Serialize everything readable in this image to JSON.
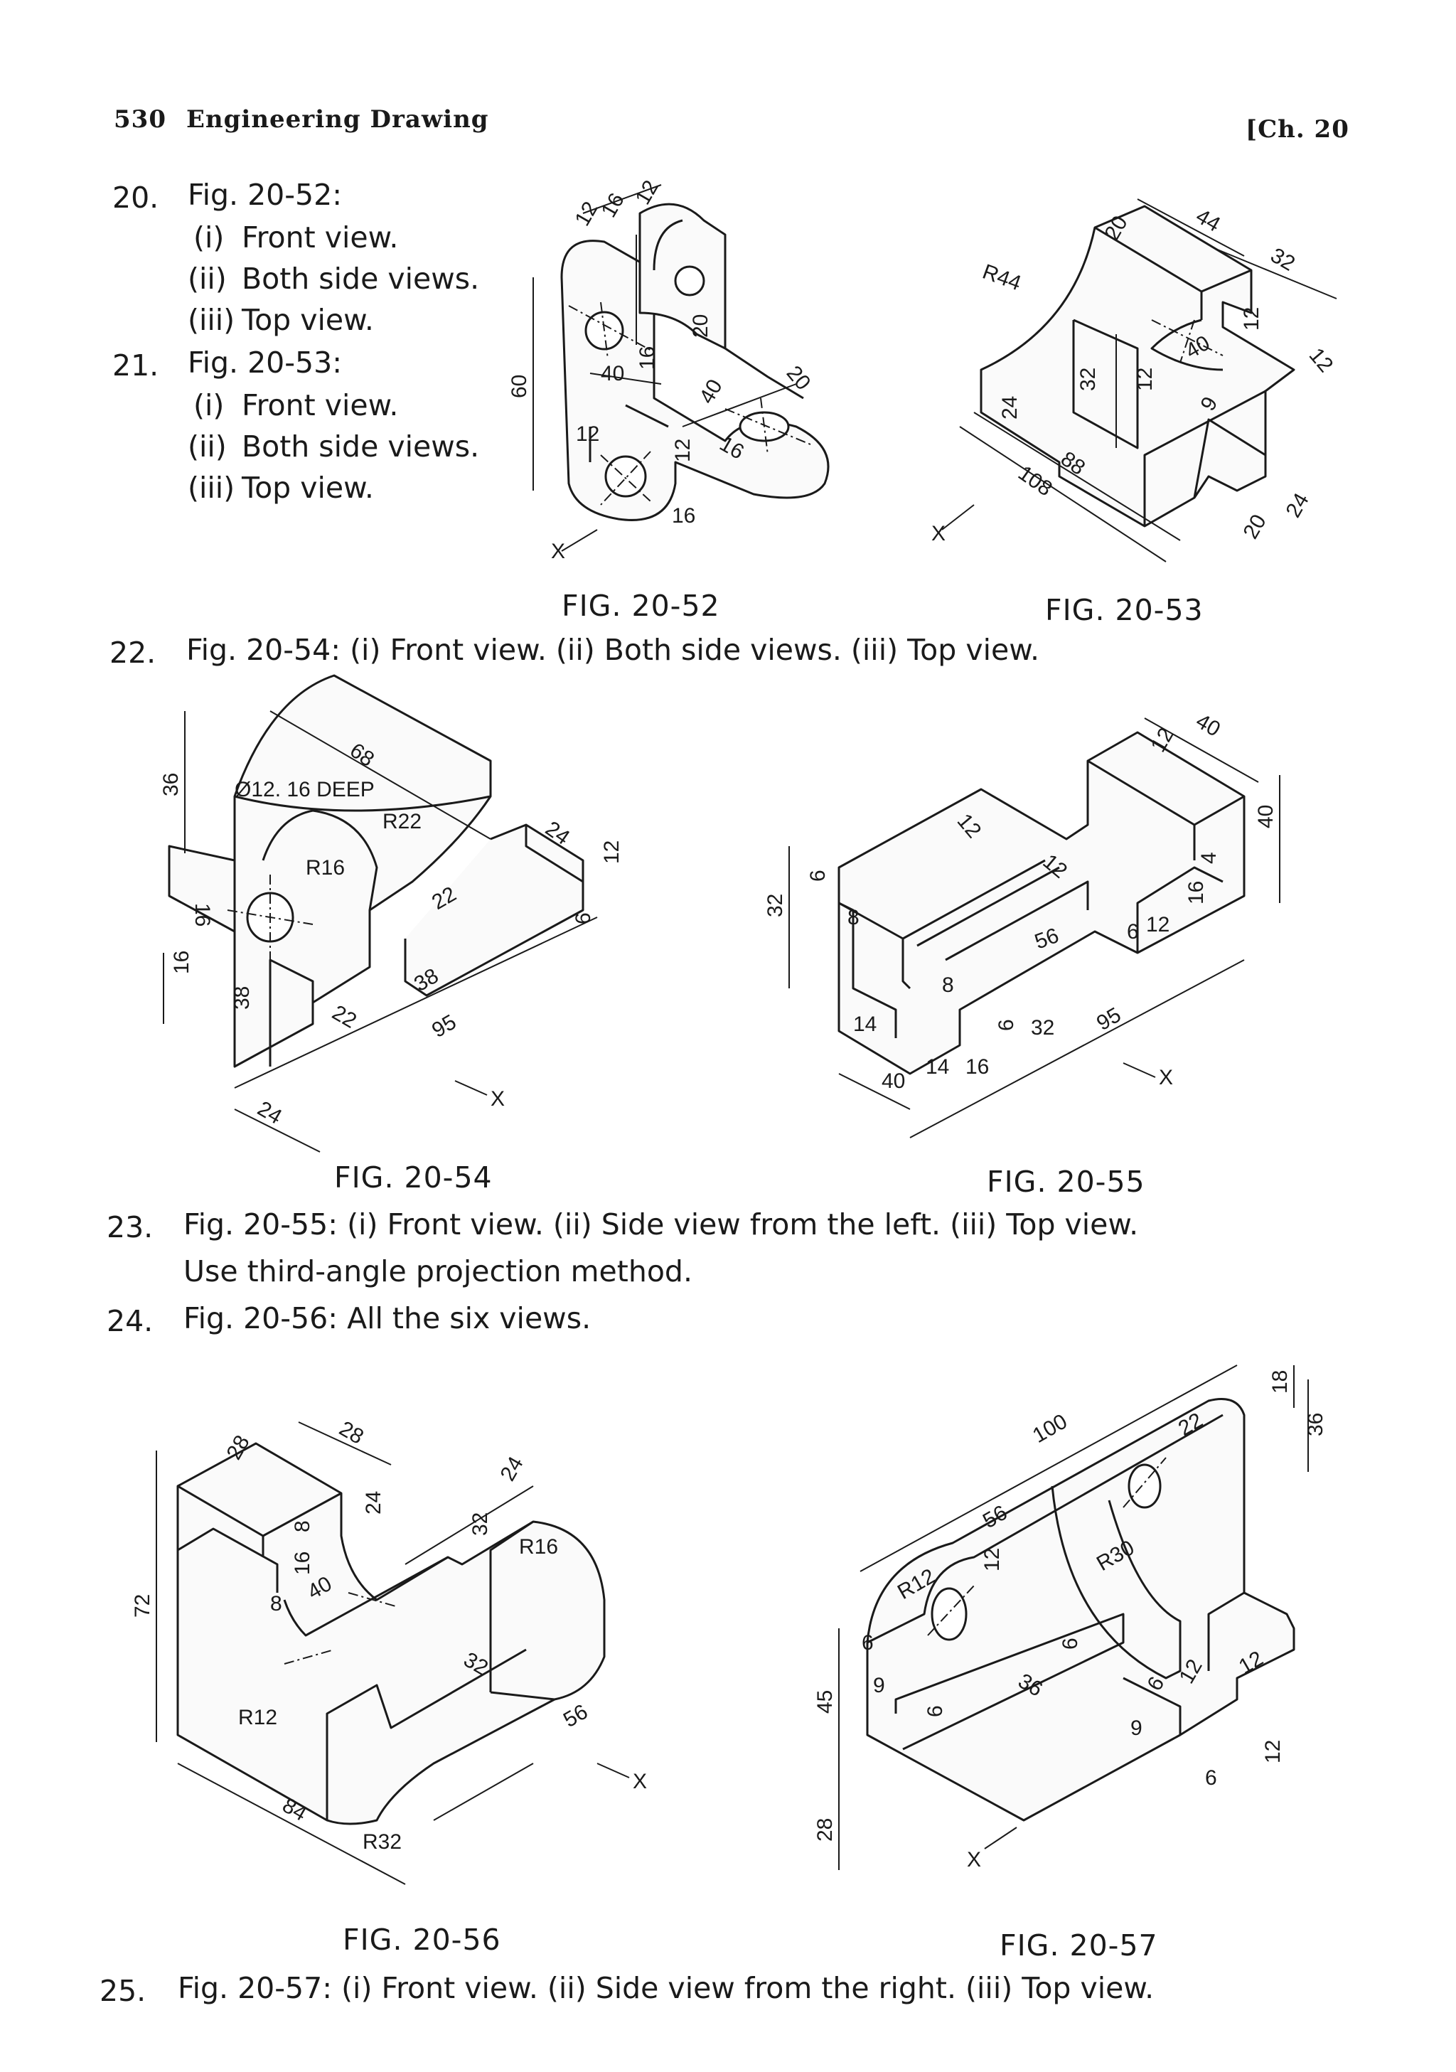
{
  "header": {
    "page_number": "530",
    "book_title": "Engineering Drawing",
    "chapter": "[Ch. 20"
  },
  "exercises": [
    {
      "number": "20.",
      "title": "Fig. 20-52:",
      "sub": [
        "(i)",
        "Front view.",
        "(ii)",
        "Both side views.",
        "(iii)",
        "Top view."
      ]
    },
    {
      "number": "21.",
      "title": "Fig. 20-53:",
      "sub": [
        "(i)",
        "Front view.",
        "(ii)",
        "Both side views.",
        "(iii)",
        "Top view."
      ]
    },
    {
      "number": "22.",
      "line": "Fig. 20-54: (i) Front view. (ii) Both side views. (iii) Top view."
    },
    {
      "number": "23.",
      "line": "Fig. 20-55: (i) Front view. (ii) Side view from the left. (iii) Top view.",
      "line2": "Use third-angle projection method."
    },
    {
      "number": "24.",
      "line": "Fig. 20-56: All the six views."
    },
    {
      "number": "25.",
      "line": "Fig. 20-57: (i) Front view. (ii) Side view from the right. (iii) Top view."
    }
  ],
  "figures": {
    "f52": {
      "caption": "FIG. 20-52",
      "dims": [
        "12",
        "16",
        "12",
        "60",
        "40",
        "16",
        "20",
        "20",
        "40",
        "12",
        "16",
        "12",
        "16"
      ],
      "view": "X"
    },
    "f53": {
      "caption": "FIG. 20-53",
      "dims": [
        "44",
        "20",
        "32",
        "R44",
        "12",
        "40",
        "12",
        "32",
        "12",
        "24",
        "9",
        "88",
        "108",
        "20",
        "24"
      ],
      "view": "X"
    },
    "f54": {
      "caption": "FIG. 20-54",
      "dims": [
        "68",
        "36",
        "Ø12. 16 DEEP",
        "R22",
        "24",
        "12",
        "R16",
        "22",
        "6",
        "16",
        "16",
        "38",
        "22",
        "38",
        "95",
        "24"
      ],
      "view": "X"
    },
    "f55": {
      "caption": "FIG. 20-55",
      "dims": [
        "40",
        "12",
        "12",
        "40",
        "12",
        "32",
        "6",
        "8",
        "56",
        "4",
        "16",
        "6",
        "12",
        "8",
        "14",
        "6",
        "32",
        "95",
        "40",
        "14",
        "16"
      ],
      "view": "X"
    },
    "f56": {
      "caption": "FIG. 20-56",
      "dims": [
        "28",
        "28",
        "24",
        "72",
        "8",
        "16",
        "24",
        "32",
        "R16",
        "8",
        "40",
        "32",
        "R12",
        "84",
        "56",
        "R32"
      ],
      "view": "X"
    },
    "f57": {
      "caption": "FIG. 20-57",
      "dims": [
        "100",
        "18",
        "36",
        "22",
        "56",
        "R30",
        "R12",
        "12",
        "6",
        "6",
        "45",
        "9",
        "36",
        "6",
        "12",
        "6",
        "12",
        "9",
        "6",
        "12",
        "28"
      ],
      "view": "X"
    }
  }
}
